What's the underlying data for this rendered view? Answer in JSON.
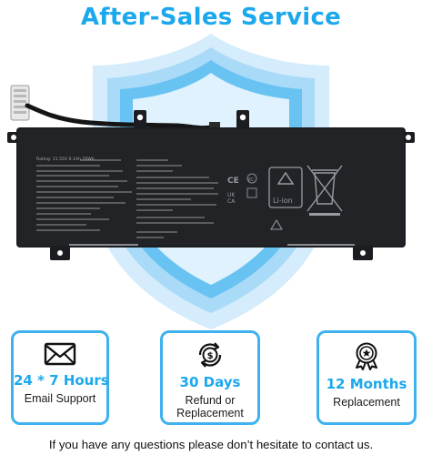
{
  "header": {
    "title": "After-Sales Service"
  },
  "product": {
    "image_icon": "laptop-battery-on-shield",
    "battery_label_rating": "Rating: 11.55V 6.1Ah 70Wh",
    "battery_chemistry": "Li-ion",
    "marks": [
      "CE",
      "KC",
      "UK CA"
    ]
  },
  "cards": [
    {
      "icon": "envelope-icon",
      "headline": "24 * 7 Hours",
      "subtitle": "Email Support"
    },
    {
      "icon": "money-back-icon",
      "headline": "30 Days",
      "subtitle_line1": "Refund or",
      "subtitle_line2": "Replacement"
    },
    {
      "icon": "award-medal-icon",
      "headline": "12 Months",
      "subtitle": "Replacement"
    }
  ],
  "footer": {
    "text": "If you have any questions please don’t hesitate to contact us."
  },
  "colors": {
    "accent": "#1ba8ec",
    "shield_light": "#d4ecfb",
    "battery": "#1c1d20"
  }
}
